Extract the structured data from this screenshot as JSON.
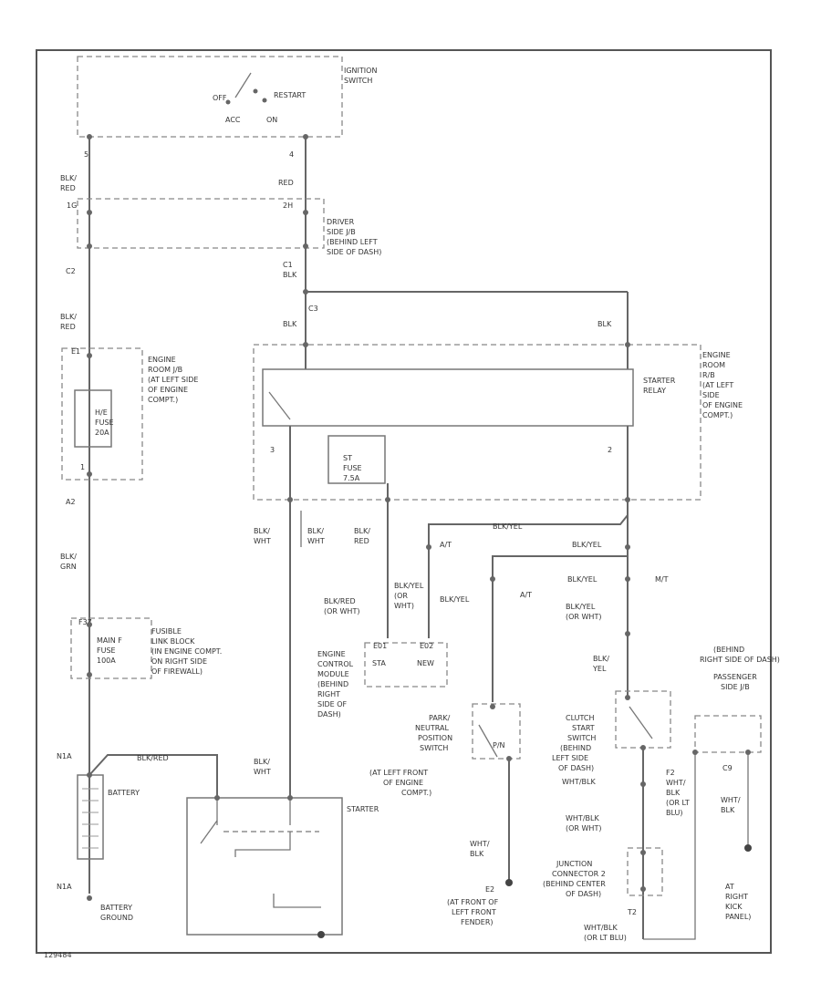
{
  "colors": {
    "red_wire": "#e2505a",
    "green_wire": "#7fbf5a",
    "yellow_wire": "#c8cc50",
    "dark_wire": "#555555",
    "gray_wire": "#777777"
  },
  "labels": {
    "ignition_switch": [
      "IGNITION",
      "SWITCH"
    ],
    "ign_positions": {
      "off": "OFF",
      "restart": "RESTART",
      "acc": "ACC",
      "on": "ON"
    },
    "ign_pin_left": "5",
    "ign_pin_right": "4",
    "wire_blk_red_top": [
      "BLK/",
      "RED"
    ],
    "wire_red_top": "RED",
    "conn_1h_left": "1G",
    "conn_1h_right": "2H",
    "driver_jb": [
      "DRIVER",
      "SIDE J/B",
      "(BEHIND LEFT",
      "SIDE OF DASH)"
    ],
    "c2_label": "C2",
    "c1_label": "C1",
    "blk_label": "BLK",
    "wire_blk_red_mid": [
      "BLK/",
      "RED"
    ],
    "c3_label": "C3",
    "blk_left": "BLK",
    "blk_right": "BLK",
    "engine_room_jb_left": [
      "ENGINE",
      "ROOM J/B",
      "(AT LEFT SIDE",
      "OF ENGINE",
      "COMPT.)"
    ],
    "engine_room_jb_right": [
      "ENGINE",
      "ROOM",
      "R/B",
      "(AT LEFT",
      "SIDE",
      "OF ENGINE",
      "COMPT.)"
    ],
    "conn_e1": "E1",
    "fuse_hre": [
      "H/E",
      "FUSE",
      "20A"
    ],
    "pin_1_left": "1",
    "a2_label": "A2",
    "wire_blk_grn": [
      "BLK/",
      "GRN"
    ],
    "starter_relay": [
      "STARTER",
      "RELAY"
    ],
    "relay_pin_3": "3",
    "relay_pin_2": "2",
    "st_fuse": [
      "ST",
      "FUSE",
      "7.5A"
    ],
    "wire_blk_wht_1": [
      "BLK/",
      "WHT"
    ],
    "wire_blk_wht_2": [
      "BLK/",
      "WHT"
    ],
    "wire_blk_red_3": [
      "BLK/",
      "RED"
    ],
    "wire_blk_yel_top": "BLK/YEL",
    "at_label_1": "A/T",
    "wire_blk_yel_2": "BLK/YEL",
    "wire_blk_yel_3": "BLK/YEL",
    "mt_label": "M/T",
    "wire_blk_yel_4": "BLK/YEL",
    "at_label_2": "A/T",
    "wire_blk_red_or_wht": [
      "BLK/RED",
      "(OR WHT)"
    ],
    "wire_blk_yel_or_wht": [
      "BLK/YEL",
      "(OR",
      "WHT)"
    ],
    "wire_blk_yel_or_wht_right": [
      "BLK/YEL",
      "(OR WHT)"
    ],
    "wire_blk_yel_right": [
      "BLK/",
      "YEL"
    ],
    "fusible_link": [
      "FUSIBLE",
      "LINK BLOCK",
      "(IN ENGINE COMPT.",
      "ON RIGHT SIDE",
      "OF FIREWALL)"
    ],
    "fl_pin": "F37",
    "main_fuse": [
      "MAIN F",
      "FUSE",
      "100A"
    ],
    "ecm_label": [
      "ENGINE",
      "CONTROL",
      "MODULE",
      "(BEHIND",
      "RIGHT",
      "SIDE OF",
      "DASH)"
    ],
    "ecm_pins": {
      "sta": "STA",
      "neww": "NEW",
      "e01": "E01",
      "e02": "E02"
    },
    "park_neutral": [
      "PARK/",
      "NEUTRAL",
      "POSITION",
      "SWITCH",
      "(AT LEFT FRONT",
      "OF ENGINE",
      "COMPT.)"
    ],
    "pn_pin": "P/N",
    "clutch_start": [
      "CLUTCH",
      "START",
      "SWITCH",
      "(BEHIND",
      "LEFT SIDE",
      "OF DASH)"
    ],
    "passenger_jb": [
      "(BEHIND",
      "RIGHT SIDE OF DASH)",
      "PASSENGER",
      "SIDE J/B"
    ],
    "wht_blk_1": "WHT/BLK",
    "wht_blk_2": [
      "WHT/BLK",
      "(OR WHT)"
    ],
    "f2_label": [
      "F2",
      "WHT/",
      "BLK",
      "(OR LT",
      "BLU)"
    ],
    "c9_label": "C9",
    "wht_blk_right": [
      "WHT/",
      "BLK"
    ],
    "battery_label": "BATTERY",
    "n1a_top": "N1A",
    "n1a_bottom": "N1A",
    "wire_blk_red_batt": "BLK/RED",
    "battery_ground": [
      "BATTERY",
      "GROUND"
    ],
    "starter_label": "STARTER",
    "wire_blk_wht_starter": [
      "BLK/",
      "WHT"
    ],
    "wht_blk_pn": [
      "WHT/",
      "BLK"
    ],
    "ground_e2": "E2",
    "ground_e2_loc": [
      "(AT FRONT OF",
      "LEFT FRONT",
      "FENDER)"
    ],
    "junction_connector": [
      "JUNCTION",
      "CONNECTOR 2",
      "(BEHIND CENTER",
      "OF DASH)"
    ],
    "t2_label": "T2",
    "wht_blk_lt": [
      "WHT/BLK",
      "(OR LT BLU)"
    ],
    "at_right_kick": [
      "AT",
      "RIGHT",
      "KICK",
      "PANEL)"
    ],
    "diagram_id": "129484"
  }
}
